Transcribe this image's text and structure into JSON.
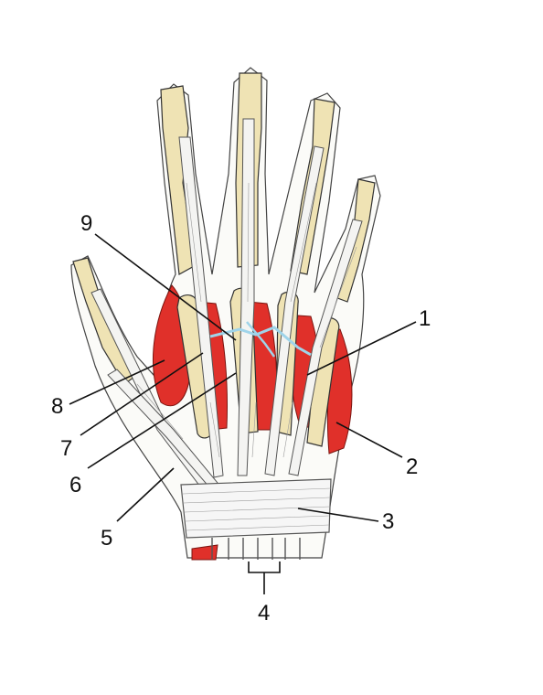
{
  "figure": {
    "labels": [
      {
        "key": "1",
        "text": "1"
      },
      {
        "key": "2",
        "text": "2"
      },
      {
        "key": "3",
        "text": "3"
      },
      {
        "key": "4",
        "text": "4"
      },
      {
        "key": "5",
        "text": "5"
      },
      {
        "key": "6",
        "text": "6"
      },
      {
        "key": "7",
        "text": "7"
      },
      {
        "key": "8",
        "text": "8"
      },
      {
        "key": "9",
        "text": "9"
      }
    ],
    "colors": {
      "muscle": "#e0302a",
      "bone": "#efe3b4",
      "tendon": "#f4f4f2",
      "connector": "#9fd4ea"
    }
  }
}
